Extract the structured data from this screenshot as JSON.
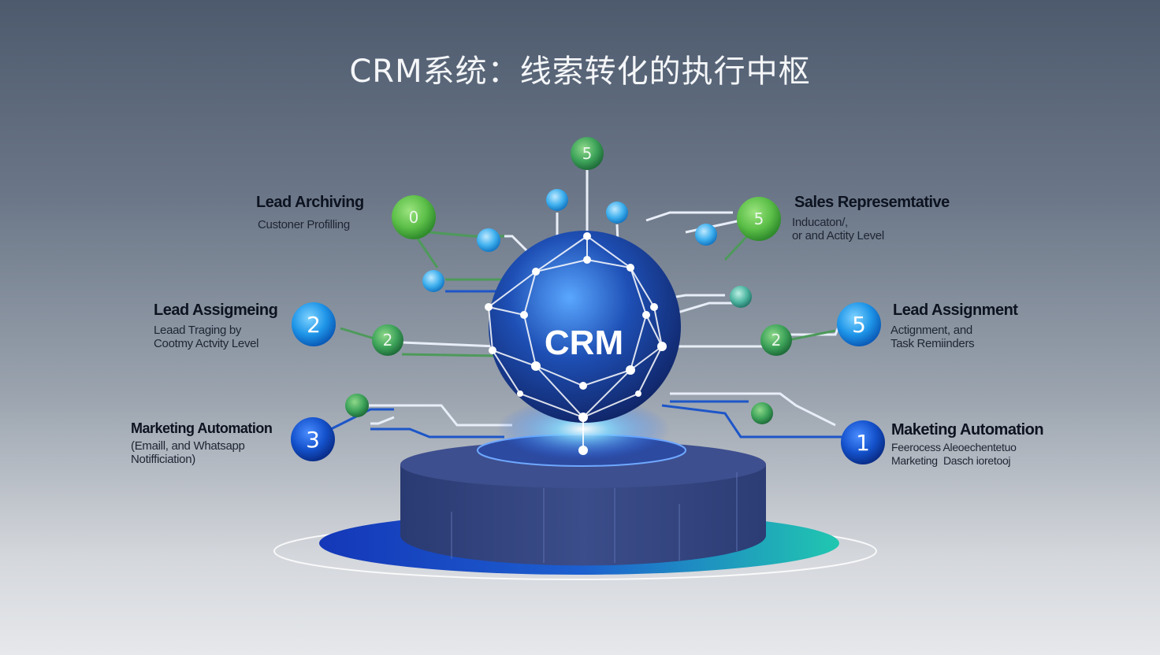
{
  "title": "CRM系统：线索转化的执行中枢",
  "core_label": "CRM",
  "labels": {
    "lead_archiving": {
      "title": "Lead Archiving",
      "sub": "Custoner Profilling"
    },
    "lead_assigning": {
      "title": "Lead Assigmeing",
      "sub": "Leaad Traging by\nCootmy Actvity Level"
    },
    "marketing_left": {
      "title": "Marketing Automation",
      "sub": "(Emaill, and Whatsapp\nNotifficiation)"
    },
    "sales_rep": {
      "title": "Sales Represemtative",
      "sub": "Inducaton/,\nor and Actity Level"
    },
    "lead_assignment": {
      "title": "Lead Assignment",
      "sub": "Actignment, and\nTask Remiinders"
    },
    "marketing_right": {
      "title": "Maketing Automation",
      "sub": "Feerocess Aleoechentetuo\nMarketing  Dasch ioretooj"
    }
  },
  "nodes": {
    "top": "5",
    "left_green": "0",
    "right_green": "5",
    "left_blue": "2",
    "right_blue": "5",
    "left_small": "2",
    "right_small": "2",
    "left_bottom": "3",
    "right_bottom": "1"
  },
  "colors": {
    "green": "#5cc04c",
    "blue": "#1e8fe0",
    "dark_blue": "#1248b8",
    "sphere": "#1a3f9a",
    "platform": "#2f3f78",
    "disc_teal": "#22c0b0"
  }
}
